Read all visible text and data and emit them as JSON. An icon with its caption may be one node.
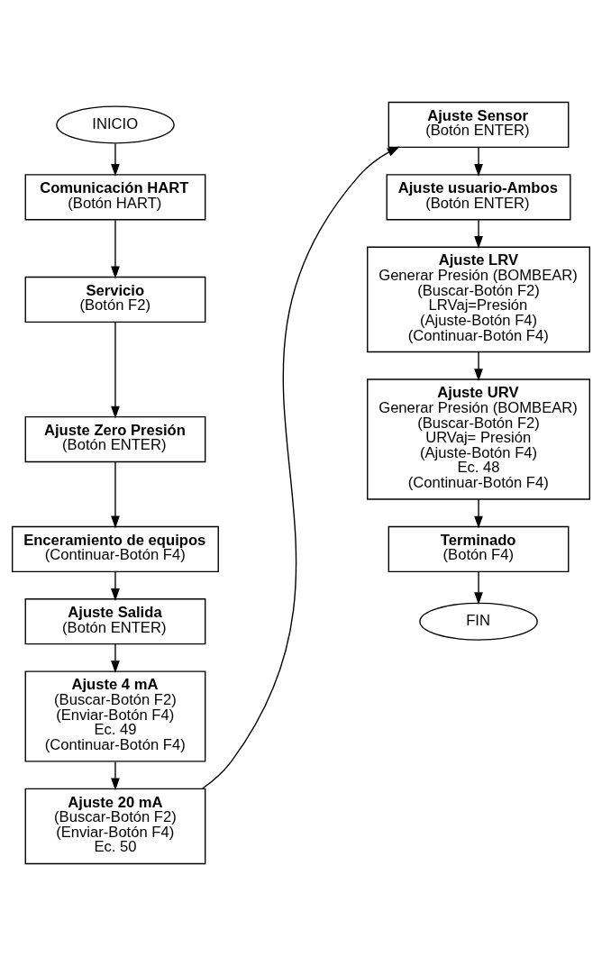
{
  "diagram": {
    "nodes": [
      {
        "text": [
          "INICIO"
        ]
      },
      {
        "text": [
          "Comunicación HART",
          "(Botón HART)"
        ]
      },
      {
        "text": [
          "Servicio",
          "(Botón F2)"
        ]
      },
      {
        "text": [
          "Ajuste Zero Presión",
          "(Botón ENTER)"
        ]
      },
      {
        "text": [
          "Enceramiento de equipos",
          "(Continuar-Botón F4)"
        ]
      },
      {
        "text": [
          "Ajuste Salida",
          "(Botón ENTER)"
        ]
      },
      {
        "text": [
          "Ajuste 4 mA",
          "(Buscar-Botón F2)",
          "(Enviar-Botón F4)",
          "Ec. 49",
          "(Continuar-Botón F4)"
        ]
      },
      {
        "text": [
          "Ajuste 20 mA",
          "(Buscar-Botón F2)",
          "(Enviar-Botón F4)",
          "Ec. 50"
        ]
      },
      {
        "text": [
          "Ajuste Sensor",
          "(Botón ENTER)"
        ]
      },
      {
        "text": [
          "Ajuste usuario-Ambos",
          "(Botón ENTER)"
        ]
      },
      {
        "text": [
          "Ajuste LRV",
          "Generar Presión (BOMBEAR)",
          "(Buscar-Botón F2)",
          "LRVaj=Presión",
          "(Ajuste-Botón F4)",
          "(Continuar-Botón F4)"
        ]
      },
      {
        "text": [
          "Ajuste URV",
          "Generar Presión (BOMBEAR)",
          "(Buscar-Botón F2)",
          "URVaj= Presión",
          "(Ajuste-Botón F4)",
          "Ec. 48",
          "(Continuar-Botón F4)"
        ]
      },
      {
        "text": [
          "Terminado",
          "(Botón F4)"
        ]
      },
      {
        "text": [
          "FIN"
        ]
      }
    ],
    "edges": [
      {
        "from": 0,
        "to": 1,
        "arrow": "to"
      },
      {
        "from": 1,
        "to": 2,
        "arrow": "to"
      },
      {
        "from": 2,
        "to": 3,
        "arrow": "to"
      },
      {
        "from": 3,
        "to": 4,
        "arrow": "to"
      },
      {
        "from": 4,
        "to": 5,
        "arrow": "to"
      },
      {
        "from": 5,
        "to": 6,
        "arrow": "to"
      },
      {
        "from": 6,
        "to": 7,
        "arrow": "to"
      },
      {
        "from": 7,
        "to": 8,
        "arrow": "to"
      },
      {
        "from": 8,
        "to": 9,
        "arrow": "to"
      },
      {
        "from": 9,
        "to": 10,
        "arrow": "to"
      },
      {
        "from": 10,
        "to": 11,
        "arrow": "to"
      },
      {
        "from": 11,
        "to": 12,
        "arrow": "to"
      },
      {
        "from": 12,
        "to": 13,
        "arrow": "to"
      }
    ]
  }
}
